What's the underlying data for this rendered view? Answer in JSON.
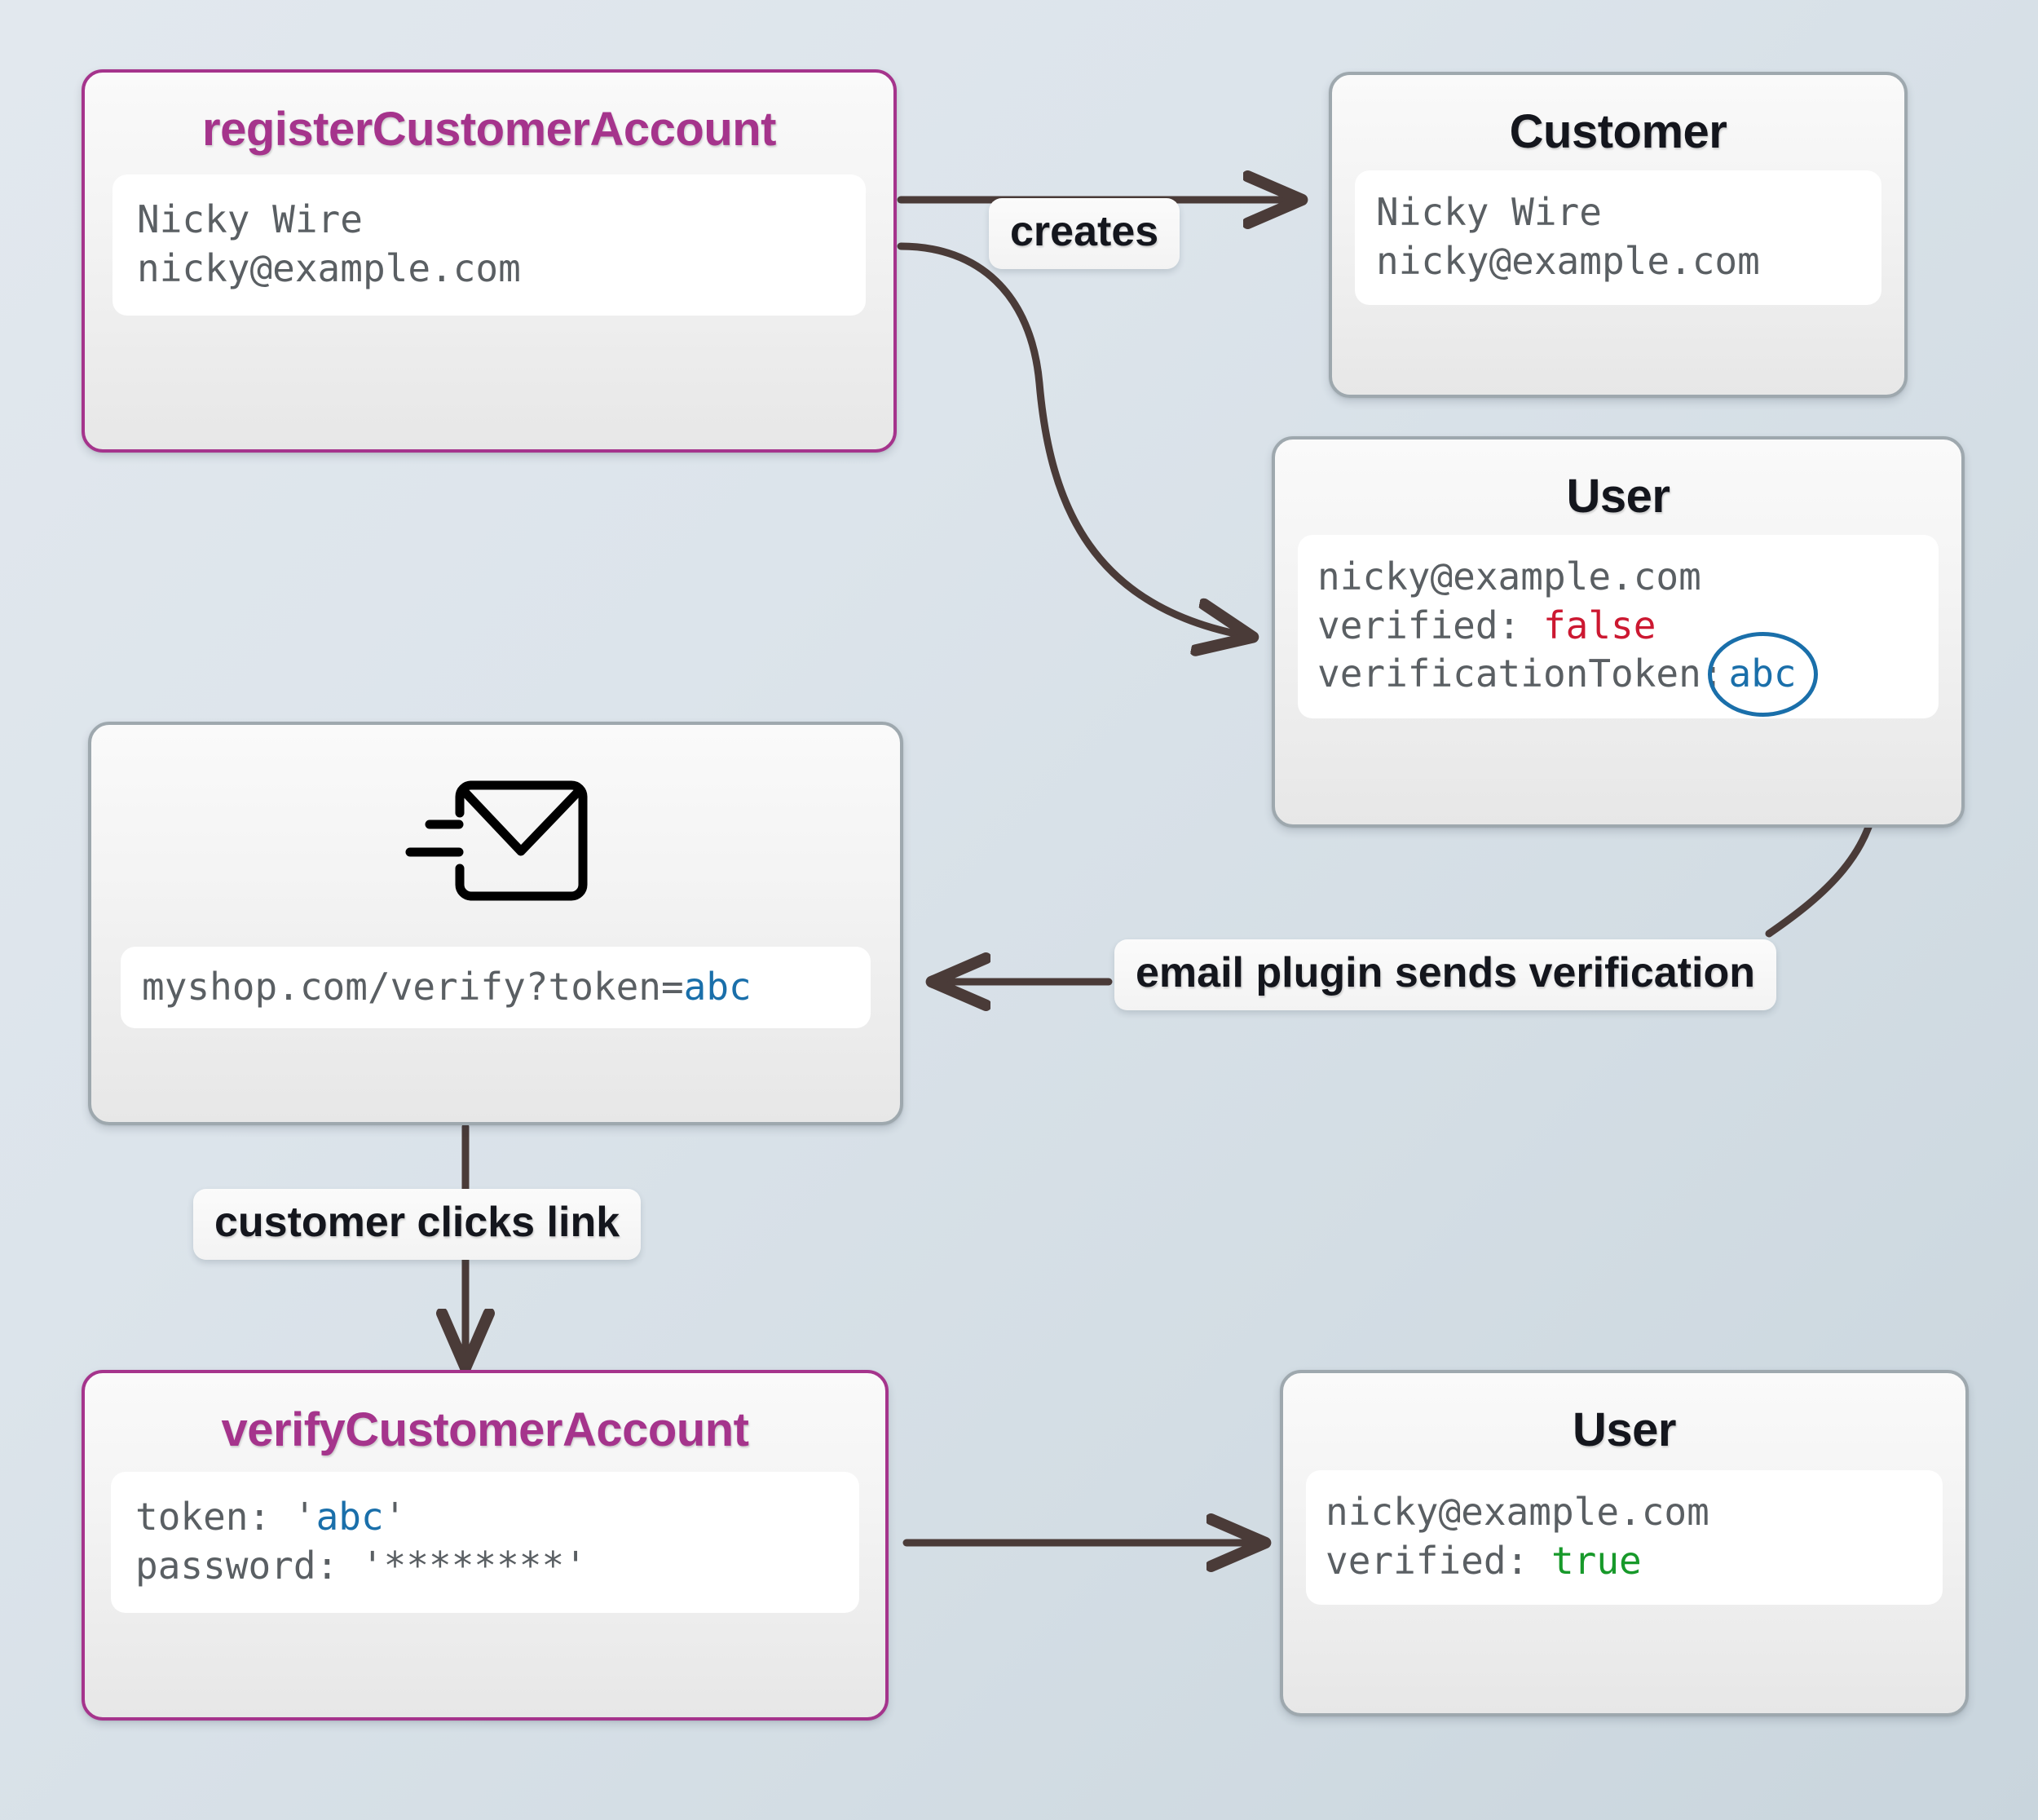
{
  "theme": {
    "accent_color": "#a5348c",
    "node_border_color": "#9ea8ae",
    "arrow_color": "#4a3b38",
    "token_color": "#1a6faa",
    "false_color": "#cc1831",
    "true_color": "#17992a",
    "background_from": "#e2e8ee",
    "background_to": "#c9d5dd"
  },
  "nodes": {
    "register": {
      "title": "registerCustomerAccount",
      "lines": [
        "Nicky Wire",
        "nicky@example.com"
      ]
    },
    "customer": {
      "title": "Customer",
      "lines": [
        "Nicky Wire",
        "nicky@example.com"
      ]
    },
    "user_unverified": {
      "title": "User",
      "email": "nicky@example.com",
      "verified_key": "verified: ",
      "verified_value": "false",
      "token_key": "verificationToken:",
      "token_value": "abc"
    },
    "email": {
      "icon": "envelope-send-icon",
      "url_prefix": "myshop.com/verify?token=",
      "url_token": "abc"
    },
    "verify": {
      "title": "verifyCustomerAccount",
      "token_key": "token: ",
      "token_quote_open": "'",
      "token_value": "abc",
      "token_quote_close": "'",
      "password_line": "password: '********'"
    },
    "user_verified": {
      "title": "User",
      "email": "nicky@example.com",
      "verified_key": "verified: ",
      "verified_value": "true"
    }
  },
  "edges": {
    "creates": "creates",
    "email_plugin": "email plugin sends verification",
    "clicks_link": "customer clicks link"
  }
}
